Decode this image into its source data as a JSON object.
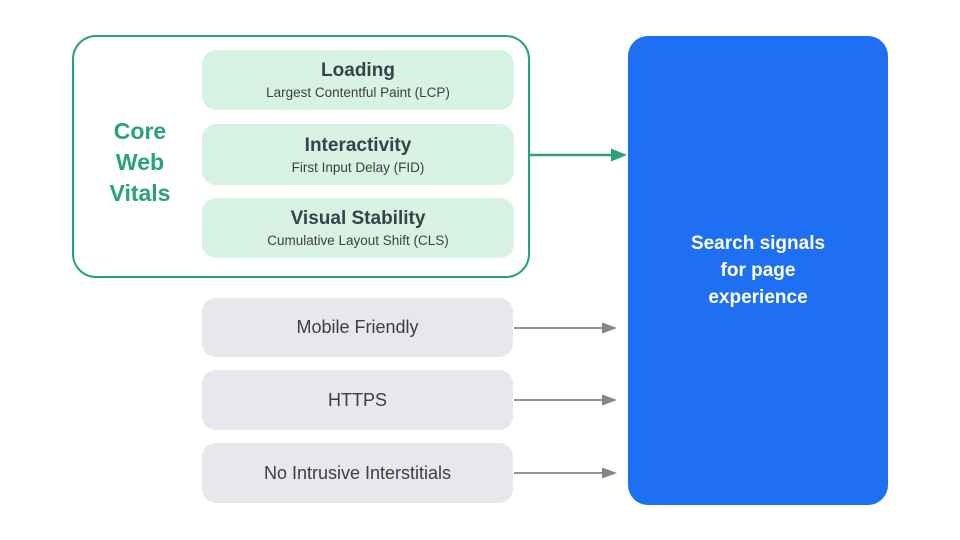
{
  "diagram_title": "Search signals for page experience",
  "colors": {
    "green_accent": "#27a377",
    "green_fill": "#d8f3e4",
    "gray_fill": "#e8e7eb",
    "gray_arrow": "#80868b",
    "blue_fill": "#1e6ff2",
    "dark_text": "#3c4043",
    "white_text": "#ffffff"
  },
  "core_web_vitals": {
    "label": "Core\nWeb\nVitals",
    "items": [
      {
        "title": "Loading",
        "subtitle": "Largest Contentful Paint (LCP)"
      },
      {
        "title": "Interactivity",
        "subtitle": "First Input Delay (FID)"
      },
      {
        "title": "Visual Stability",
        "subtitle": "Cumulative Layout Shift (CLS)"
      }
    ]
  },
  "other_signals": [
    {
      "label": "Mobile Friendly"
    },
    {
      "label": "HTTPS"
    },
    {
      "label": "No Intrusive Interstitials"
    }
  ],
  "result": {
    "label": "Search signals\nfor page\nexperience"
  },
  "arrows": [
    {
      "from": "core-web-vitals-group",
      "to": "search-signals-box",
      "color": "green"
    },
    {
      "from": "mobile-friendly",
      "to": "search-signals-box",
      "color": "gray"
    },
    {
      "from": "https",
      "to": "search-signals-box",
      "color": "gray"
    },
    {
      "from": "no-intrusive-interstitials",
      "to": "search-signals-box",
      "color": "gray"
    }
  ]
}
